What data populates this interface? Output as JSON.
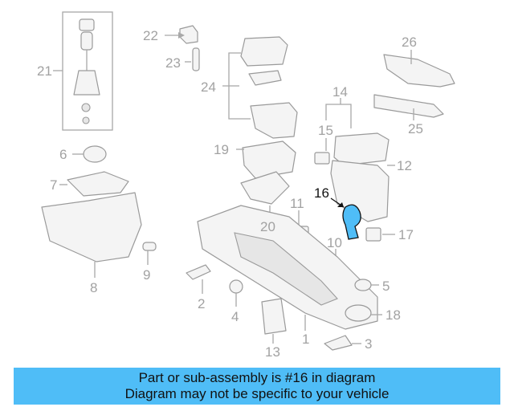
{
  "diagram": {
    "callouts": [
      "1",
      "2",
      "3",
      "4",
      "5",
      "6",
      "7",
      "8",
      "9",
      "10",
      "11",
      "12",
      "13",
      "14",
      "15",
      "16",
      "17",
      "18",
      "19",
      "20",
      "21",
      "22",
      "23",
      "24",
      "25",
      "26"
    ],
    "highlight_callout": "16",
    "highlight_color": "#4fbdf7",
    "line_color": "#a8a8a8"
  },
  "banner": {
    "line1": "Part or sub-assembly is #16 in diagram",
    "line2": "Diagram may not be specific to your vehicle",
    "color": "#4fbdf7"
  }
}
